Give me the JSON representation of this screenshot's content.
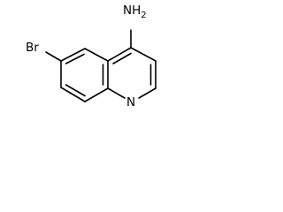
{
  "molecule": {
    "atoms": {
      "bromine": "Br",
      "amine": "NH",
      "amine_subscript": "2",
      "ring_nitrogen": "N"
    }
  },
  "colors": {
    "bond": "#000000",
    "label": "#000000",
    "background": "#ffffff"
  }
}
